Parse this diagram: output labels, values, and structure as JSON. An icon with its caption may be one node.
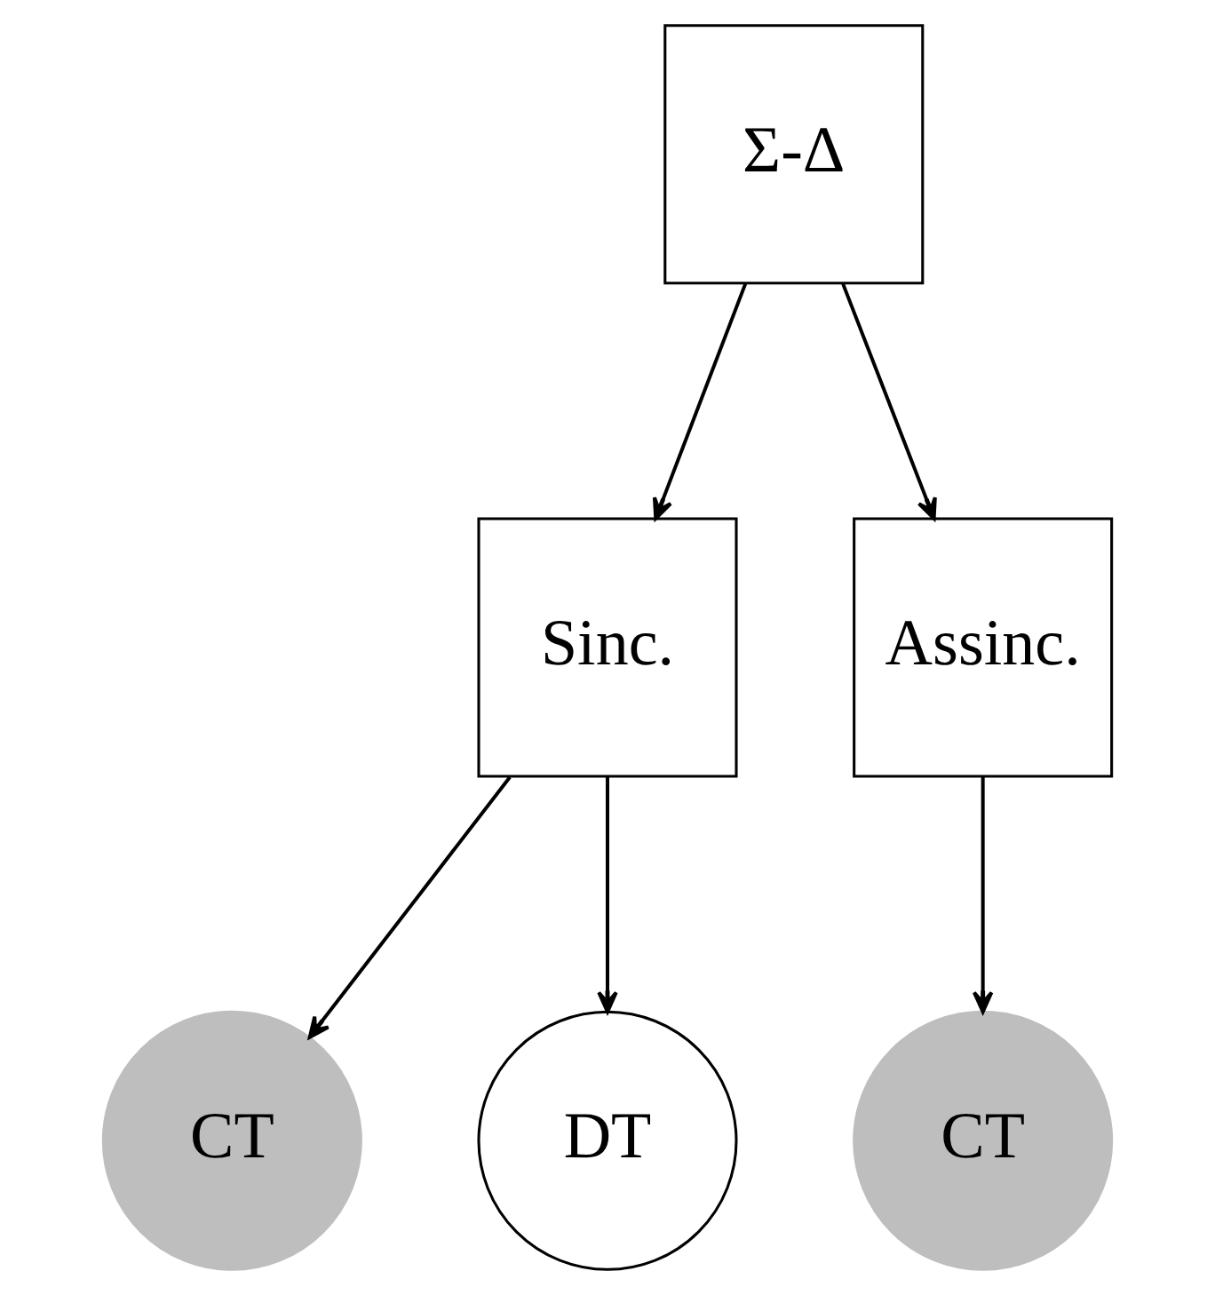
{
  "diagram": {
    "nodes": [
      {
        "text": [
          "Σ-Δ"
        ]
      },
      {
        "text": [
          "Sinc."
        ]
      },
      {
        "text": [
          "Assinc."
        ]
      },
      {
        "text": [
          "CT"
        ]
      },
      {
        "text": [
          "DT"
        ]
      },
      {
        "text": [
          "CT"
        ]
      }
    ],
    "edges": [
      {
        "from": 0,
        "to": 1,
        "arrow": "to"
      },
      {
        "from": 0,
        "to": 2,
        "arrow": "to"
      },
      {
        "from": 1,
        "to": 3,
        "arrow": "to"
      },
      {
        "from": 1,
        "to": 4,
        "arrow": "to"
      },
      {
        "from": 2,
        "to": 5,
        "arrow": "to"
      }
    ]
  }
}
